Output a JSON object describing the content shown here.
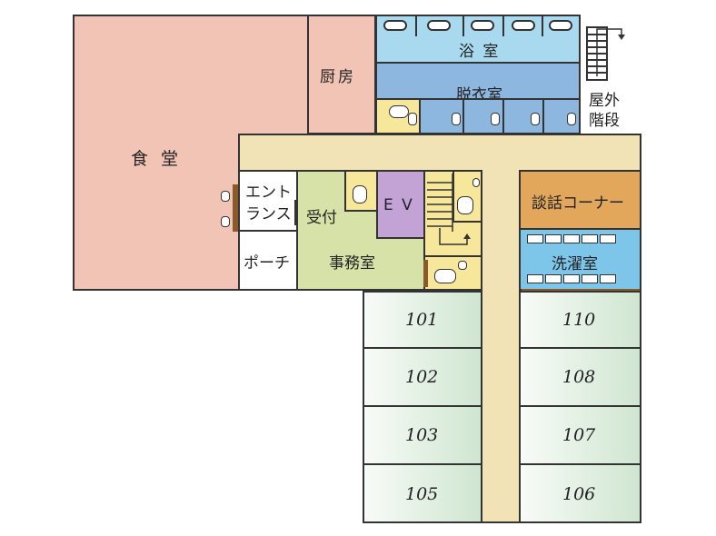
{
  "rooms": {
    "dining": "食 堂",
    "kitchen": "厨房",
    "bathroom": "浴 室",
    "dressing_room": "脱衣室",
    "outdoor_stairs": "屋外\n階段",
    "entrance": "エント\nランス",
    "reception": "受付",
    "elevator": "E V",
    "porch": "ポーチ",
    "office": "事務室",
    "lounge": "談話コーナー",
    "laundry": "洗濯室"
  },
  "units_left": [
    "101",
    "102",
    "103",
    "105"
  ],
  "units_right": [
    "110",
    "108",
    "107",
    "106"
  ],
  "colors": {
    "dining": "#f2c4b5",
    "kitchen": "#f2c4b5",
    "bath": "#a9d9ee",
    "dressing": "#8eb7e0",
    "corridor": "#f1e3b6",
    "office": "#d6e2a8",
    "elevator": "#c3a3d6",
    "toilet": "#f7e79a",
    "lounge": "#e2a75a",
    "laundry": "#7dc6ea",
    "unit_start": "#f8fbf7",
    "unit_end": "#cfe6d1",
    "wall": "#333333",
    "door": "#8a5a2b"
  }
}
